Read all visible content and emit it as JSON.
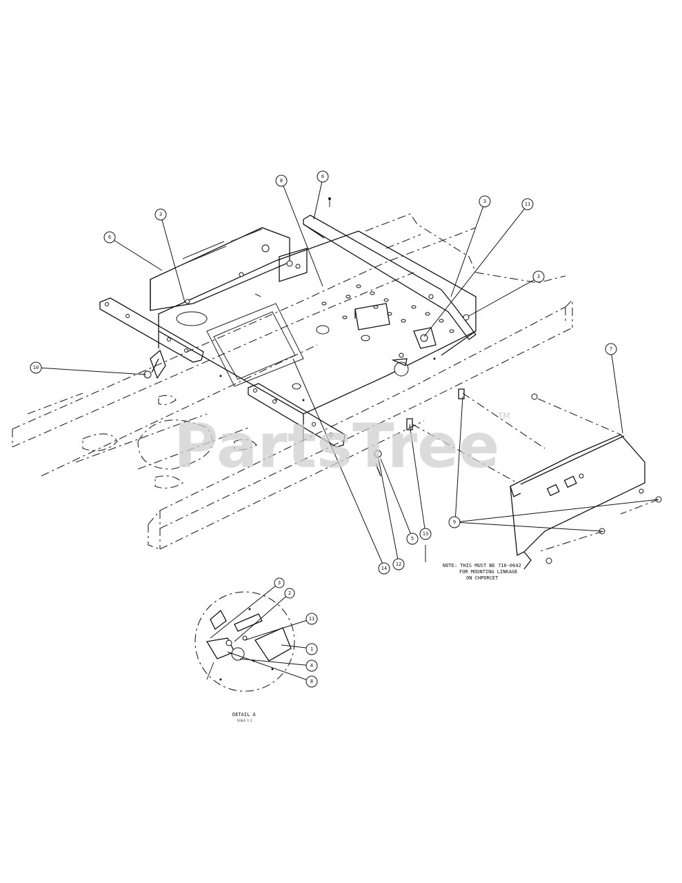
{
  "watermark": {
    "text": "PartsTree",
    "tm": "TM"
  },
  "note": {
    "line1": "NOTE: THIS MUST BE 710-0642",
    "line2": "FOR MOUNTING LINKAGE",
    "line3": "ON CHPORCET"
  },
  "detail": {
    "title": "DETAIL A",
    "scale": "SCALE 1:1"
  },
  "callouts": [
    {
      "label": "8"
    },
    {
      "label": "6"
    },
    {
      "label": "3"
    },
    {
      "label": "6"
    },
    {
      "label": "3"
    },
    {
      "label": "11"
    },
    {
      "label": "3"
    },
    {
      "label": "7"
    },
    {
      "label": "10"
    },
    {
      "label": "9"
    },
    {
      "label": "14"
    },
    {
      "label": "12"
    },
    {
      "label": "5"
    },
    {
      "label": "13"
    },
    {
      "label": "3"
    },
    {
      "label": "2"
    },
    {
      "label": "11"
    },
    {
      "label": "1"
    },
    {
      "label": "4"
    },
    {
      "label": "8"
    }
  ]
}
